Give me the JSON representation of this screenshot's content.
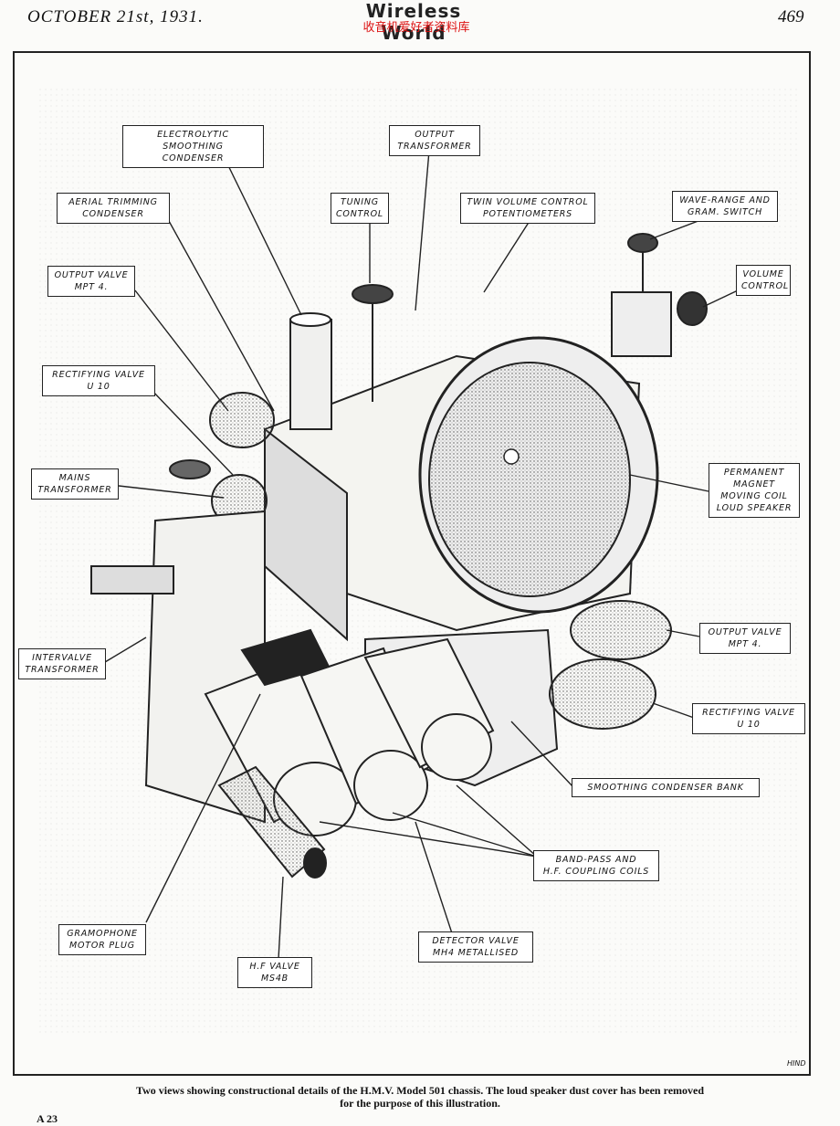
{
  "header": {
    "date": "OCTOBER 21st, 1931.",
    "page_number": "469",
    "masthead_title": "Wireless World",
    "masthead_sub": "收音机爱好者资料库"
  },
  "labels": {
    "electrolytic": [
      "ELECTROLYTIC SMOOTHING",
      "CONDENSER"
    ],
    "output_transformer": [
      "OUTPUT",
      "TRANSFORMER"
    ],
    "aerial_trimming": [
      "AERIAL TRIMMING",
      "CONDENSER"
    ],
    "tuning_control": [
      "TUNING",
      "CONTROL"
    ],
    "twin_volume": [
      "TWIN VOLUME CONTROL",
      "POTENTIOMETERS"
    ],
    "wave_range": [
      "WAVE-RANGE AND",
      "GRAM. SWITCH"
    ],
    "output_valve_l": [
      "OUTPUT VALVE",
      "MPT 4."
    ],
    "volume_control": [
      "VOLUME",
      "CONTROL"
    ],
    "rectifying_valve_l": [
      "RECTIFYING VALVE",
      "U 10"
    ],
    "mains_transformer": [
      "MAINS",
      "TRANSFORMER"
    ],
    "loud_speaker": [
      "PERMANENT",
      "MAGNET",
      "MOVING COIL",
      "LOUD SPEAKER"
    ],
    "intervalve": [
      "INTERVALVE",
      "TRANSFORMER"
    ],
    "output_valve_r": [
      "OUTPUT VALVE",
      "MPT 4."
    ],
    "rectifying_valve_r": [
      "RECTIFYING VALVE",
      "U 10"
    ],
    "smoothing_bank": [
      "SMOOTHING CONDENSER BANK"
    ],
    "band_pass": [
      "BAND-PASS AND",
      "H.F. COUPLING COILS"
    ],
    "gramophone": [
      "GRAMOPHONE",
      "MOTOR PLUG"
    ],
    "detector": [
      "DETECTOR VALVE",
      "MH4 METALLISED"
    ],
    "hf_valve": [
      "H.F VALVE",
      "MS4B"
    ]
  },
  "signature": "HIND",
  "caption": {
    "line1": "Two views showing constructional details of the H.M.V. Model 501 chassis. The loud speaker dust cover has been removed",
    "line2": "for the purpose of this illustration."
  },
  "folio": "A 23"
}
